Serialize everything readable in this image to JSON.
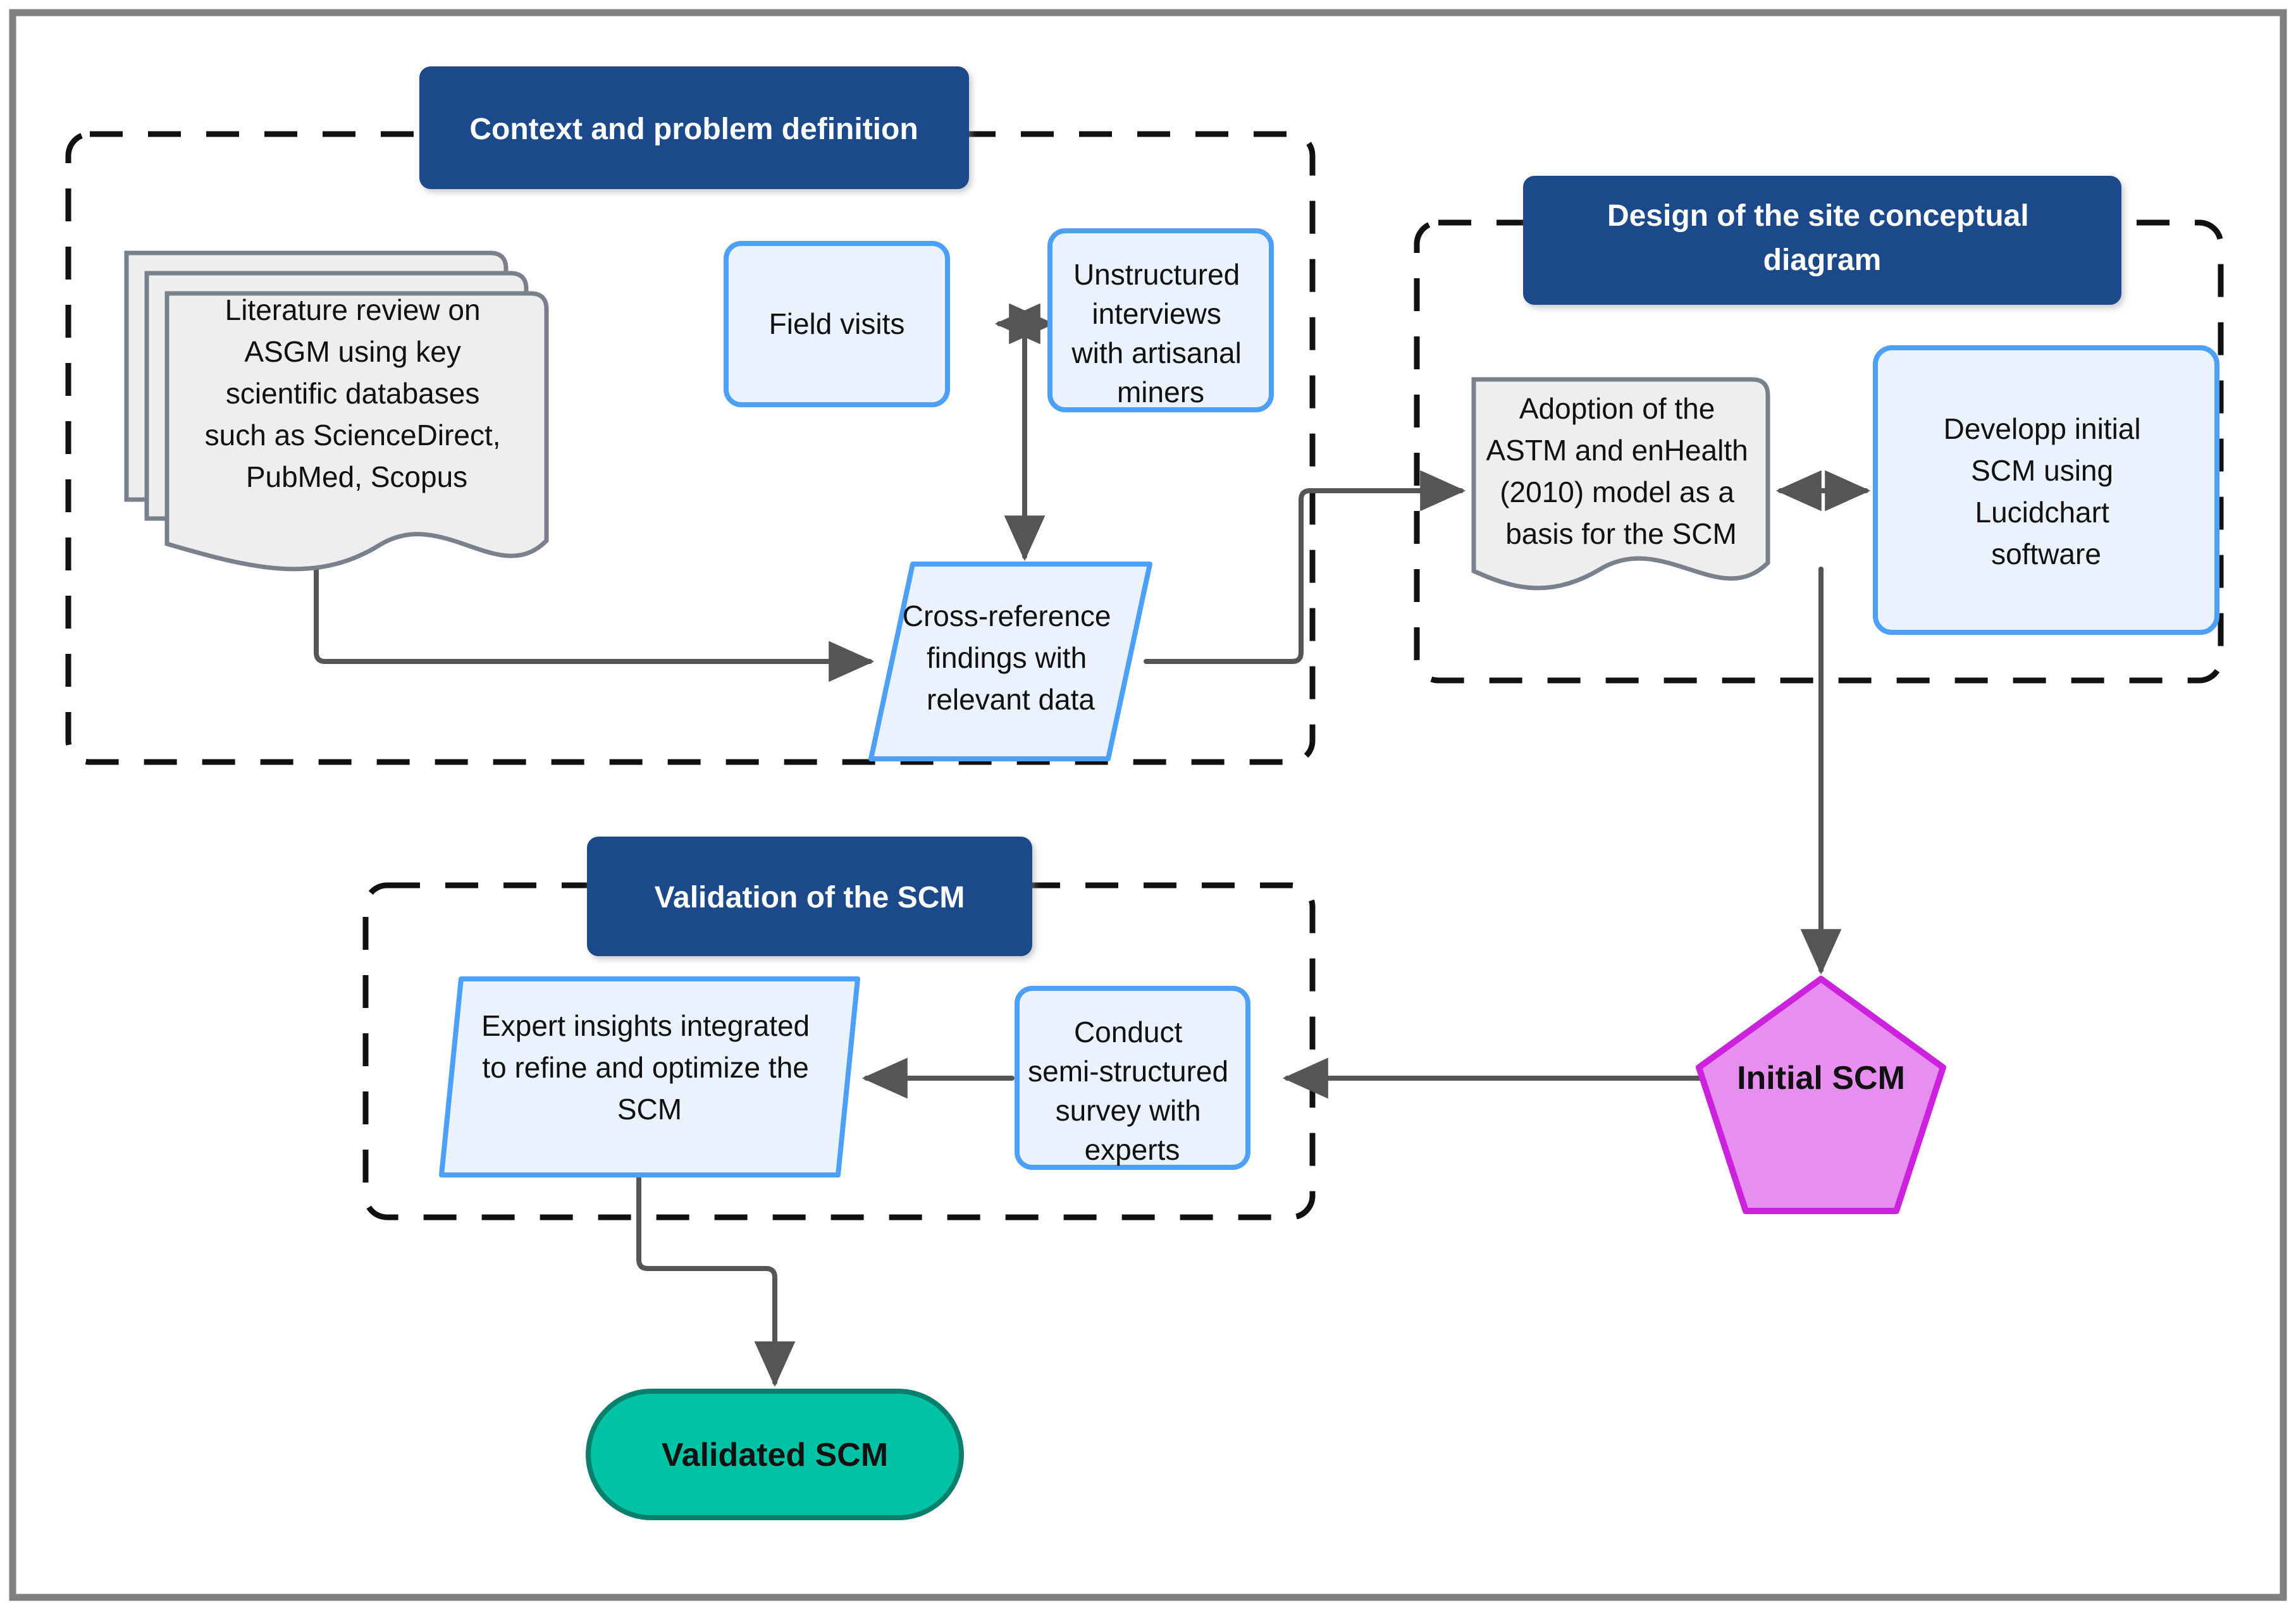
{
  "figure": {
    "kind": "flowchart",
    "outer_frame_color": "#808080",
    "background": "#ffffff"
  },
  "palette": {
    "header_fill": "#1b4a8a",
    "header_text": "#ffffff",
    "panel_border": "#111111",
    "process_fill": "#eaf2fd",
    "process_border": "#4da0f7",
    "document_fill": "#eeeeee",
    "document_border": "#7a808c",
    "pentagon_fill": "#e68ff0",
    "pentagon_border": "#cc22dd",
    "terminator_fill": "#00c2a4",
    "terminator_border": "#0a7f6c",
    "connector": "#555555",
    "text": "#111111"
  },
  "panels": [
    {
      "id": "panel-context",
      "title": "Context and problem definition"
    },
    {
      "id": "panel-design",
      "title": "Design of the site conceptual diagram"
    },
    {
      "id": "panel-validation",
      "title": "Validation of the SCM"
    }
  ],
  "nodes": [
    {
      "id": "literature-review",
      "shape": "multi-document",
      "lines": [
        "Literature review on",
        "ASGM using key",
        "scientific databases",
        "such as ScienceDirect,",
        "PubMed, Scopus"
      ]
    },
    {
      "id": "field-visits",
      "shape": "rounded-rect",
      "lines": [
        "Field visits"
      ]
    },
    {
      "id": "unstructured-interviews",
      "shape": "rounded-rect",
      "lines": [
        "Unstructured",
        "interviews",
        "with artisanal",
        "miners"
      ]
    },
    {
      "id": "cross-reference",
      "shape": "parallelogram-right",
      "lines": [
        "Cross-reference",
        "findings with",
        "relevant data"
      ]
    },
    {
      "id": "astm-enhealth",
      "shape": "document",
      "lines": [
        "Adoption of the",
        "ASTM and enHealth",
        "(2010) model as a",
        "basis for the SCM"
      ]
    },
    {
      "id": "develop-initial-scm",
      "shape": "rounded-rect",
      "lines": [
        "Developp initial",
        "SCM using",
        "Lucidchart",
        "software"
      ]
    },
    {
      "id": "initial-scm",
      "shape": "pentagon",
      "lines": [
        "Initial SCM"
      ]
    },
    {
      "id": "conduct-survey",
      "shape": "rounded-rect",
      "lines": [
        "Conduct",
        "semi-structured",
        "survey with",
        "experts"
      ]
    },
    {
      "id": "expert-insights",
      "shape": "parallelogram-left",
      "lines": [
        "Expert insights integrated",
        "to refine and optimize the",
        "SCM"
      ]
    },
    {
      "id": "validated-scm",
      "shape": "terminator",
      "lines": [
        "Validated SCM"
      ]
    }
  ],
  "edges": [
    {
      "id": "edge-field-interviews",
      "from": "field-visits",
      "to": "unstructured-interviews",
      "arrows": "both"
    },
    {
      "id": "edge-interviews-crossref",
      "from": "unstructured-interviews",
      "to": "cross-reference",
      "arrows": "to"
    },
    {
      "id": "edge-literature-crossref",
      "from": "literature-review",
      "to": "cross-reference",
      "arrows": "to"
    },
    {
      "id": "edge-crossref-astm",
      "from": "cross-reference",
      "to": "astm-enhealth",
      "arrows": "to"
    },
    {
      "id": "edge-astm-develop",
      "from": "astm-enhealth",
      "to": "develop-initial-scm",
      "arrows": "both"
    },
    {
      "id": "edge-develop-initialscm",
      "from": "develop-initial-scm",
      "to": "initial-scm",
      "arrows": "to"
    },
    {
      "id": "edge-initialscm-survey",
      "from": "initial-scm",
      "to": "conduct-survey",
      "arrows": "to"
    },
    {
      "id": "edge-survey-expert",
      "from": "conduct-survey",
      "to": "expert-insights",
      "arrows": "to"
    },
    {
      "id": "edge-expert-validated",
      "from": "expert-insights",
      "to": "validated-scm",
      "arrows": "to"
    }
  ]
}
